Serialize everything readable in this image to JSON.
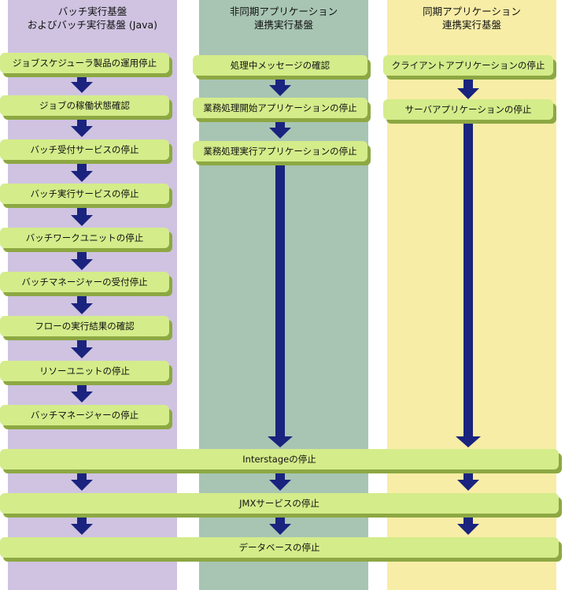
{
  "columns": {
    "batch": {
      "header_line1": "バッチ実行基盤",
      "header_line2": "およびバッチ実行基盤 (Java)"
    },
    "async": {
      "header_line1": "非同期アプリケーション",
      "header_line2": "連携実行基盤"
    },
    "sync": {
      "header_line1": "同期アプリケーション",
      "header_line2": "連携実行基盤"
    }
  },
  "colors": {
    "batch_bg": "#cfc3e1",
    "async_bg": "#a8c5b3",
    "sync_bg": "#f8eda6",
    "box_fill": "#d4ec8a",
    "box_shadow": "#8da843",
    "arrow": "#1a237e"
  },
  "batch_steps": [
    "ジョブスケジューラ製品の運用停止",
    "ジョブの稼働状態確認",
    "バッチ受付サービスの停止",
    "バッチ実行サービスの停止",
    "バッチワークユニットの停止",
    "バッチマネージャーの受付停止",
    "フローの実行結果の確認",
    "リソーユニットの停止",
    "バッチマネージャーの停止"
  ],
  "async_steps": [
    "処理中メッセージの確認",
    "業務処理開始アプリケーションの停止",
    "業務処理実行アプリケーションの停止"
  ],
  "sync_steps": [
    "クライアントアプリケーションの停止",
    "サーバアプリケーションの停止"
  ],
  "common_steps": [
    "Interstageの停止",
    "JMXサービスの停止",
    "データベースの停止"
  ]
}
